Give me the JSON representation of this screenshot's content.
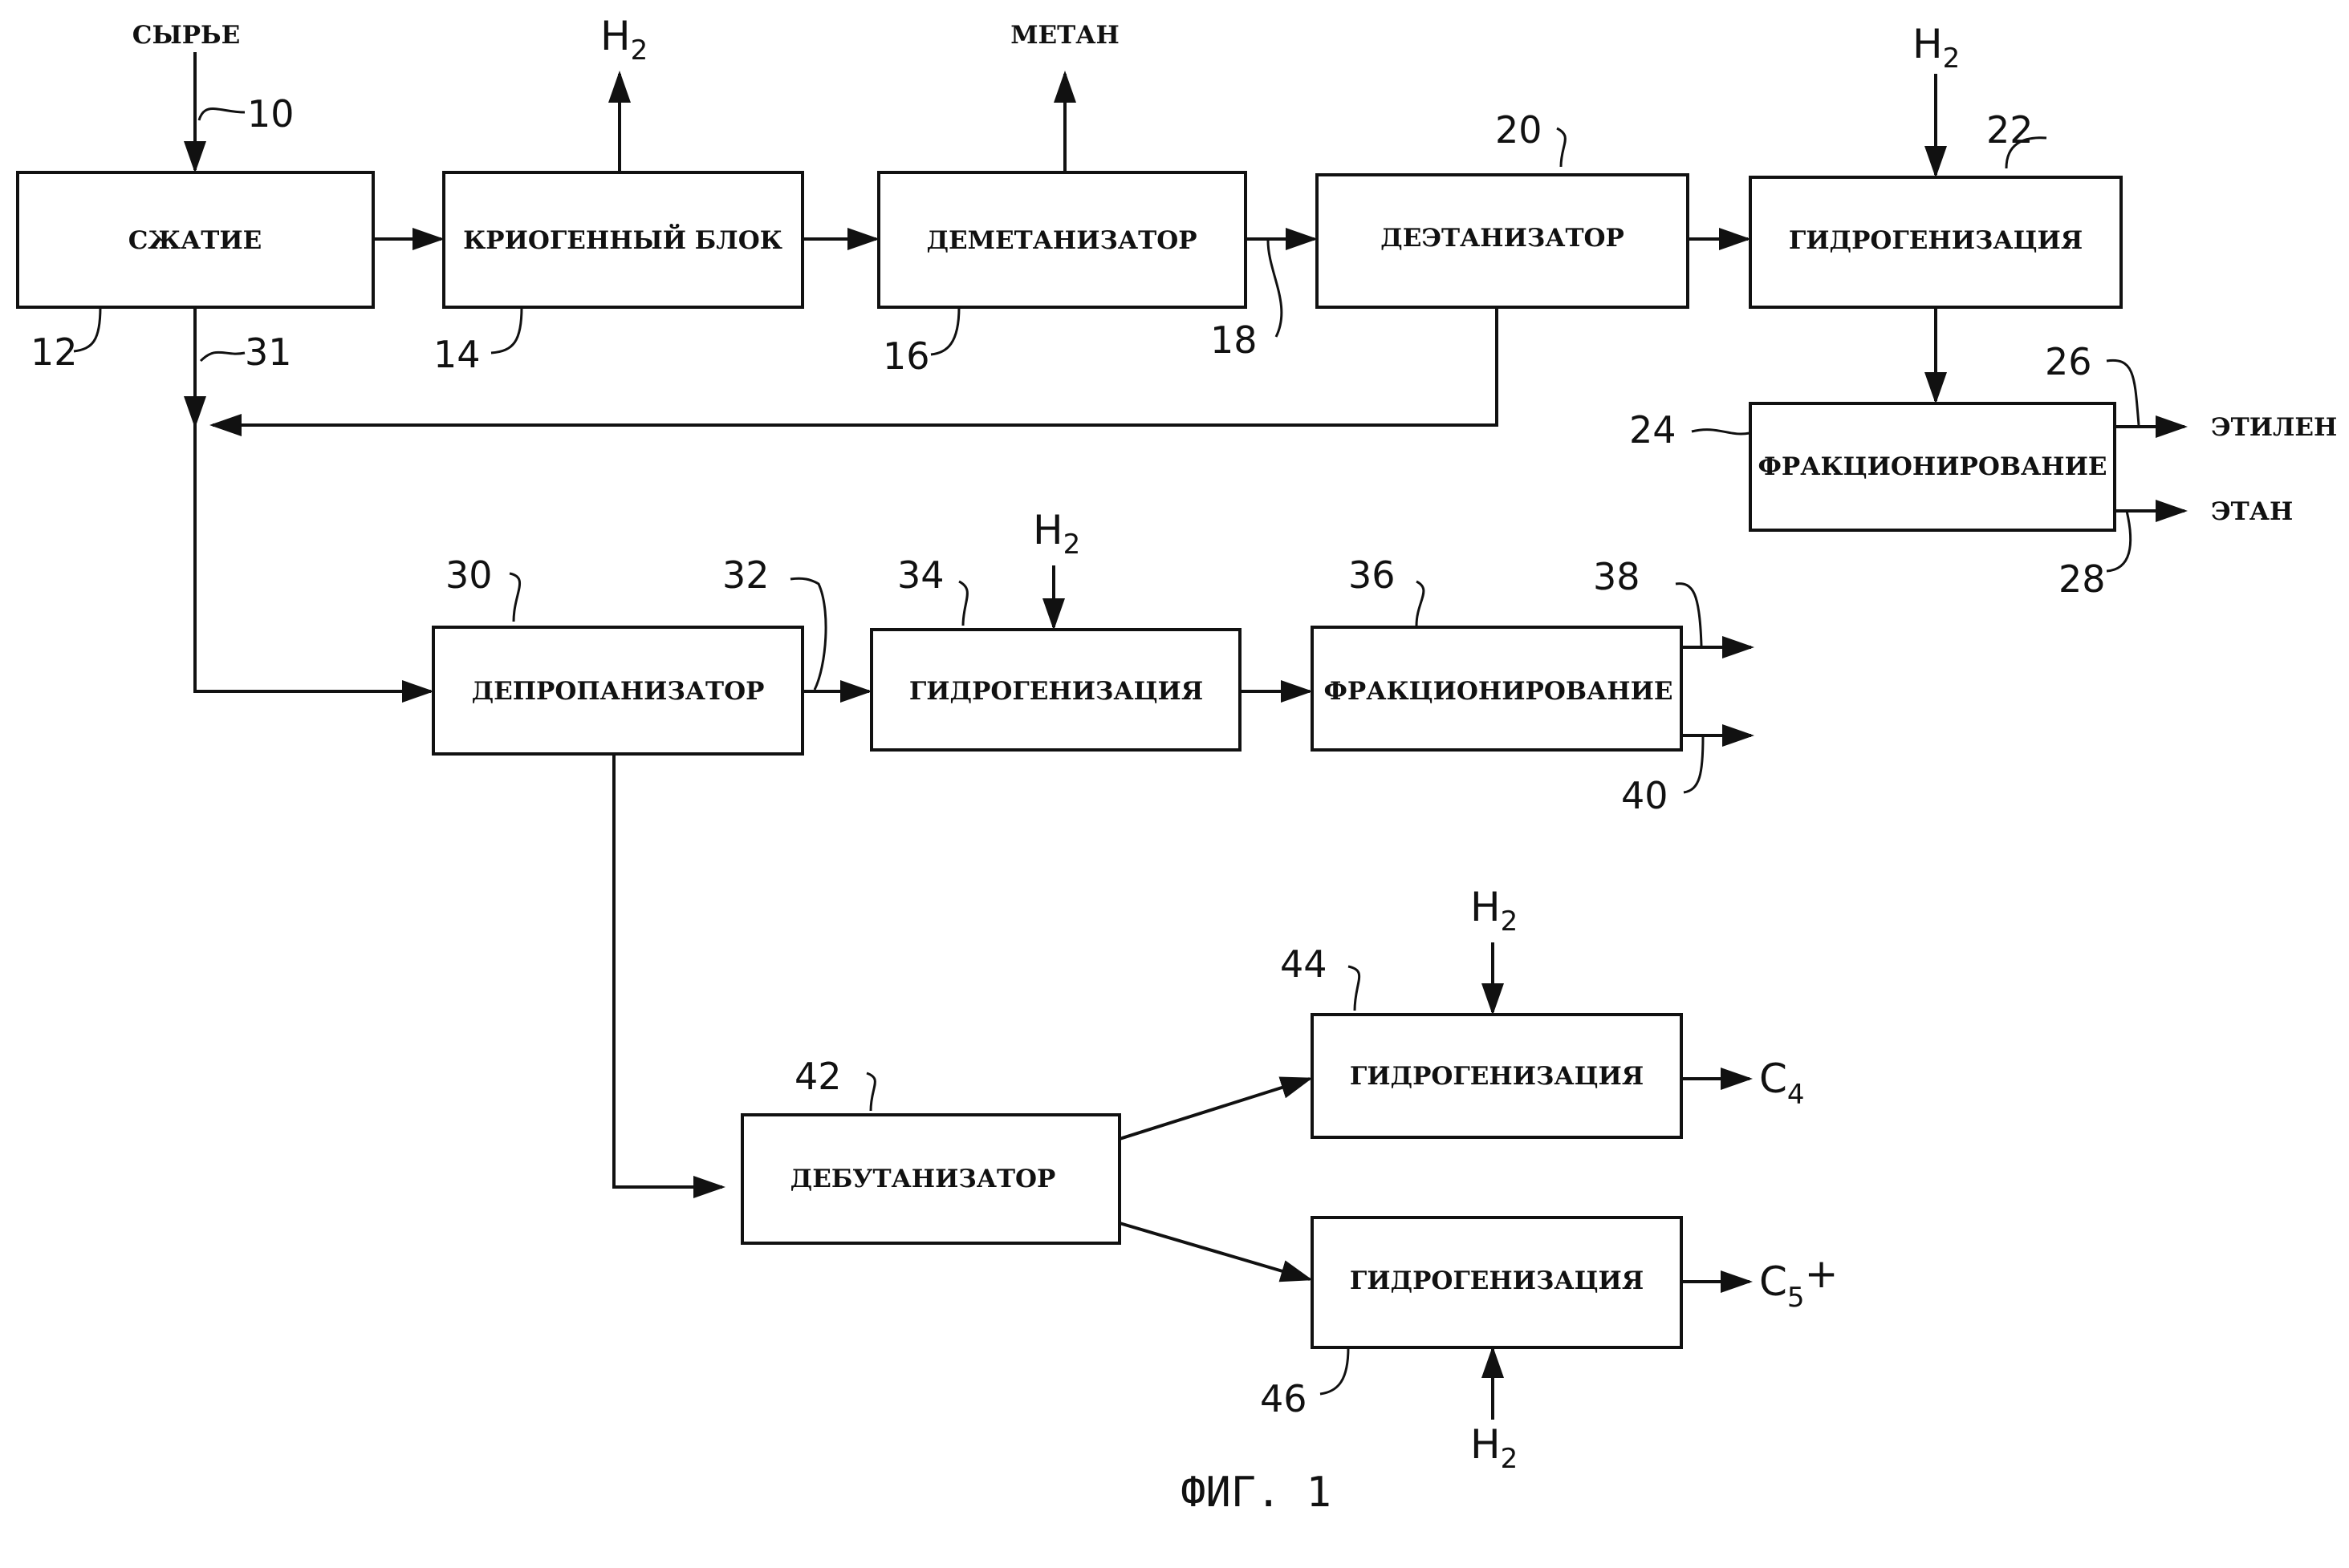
{
  "diagram": {
    "caption": "ФИГ. 1",
    "blocks": {
      "compression": "СЖАТИЕ",
      "cryogenic": "КРИОГЕННЫЙ БЛОК",
      "demethanizer": "ДЕМЕТАНИЗАТОР",
      "deethanizer": "ДЕЭТАНИЗАТОР",
      "hydro_22": "ГИДРОГЕНИЗАЦИЯ",
      "fract_24": "ФРАКЦИОНИРОВАНИЕ",
      "depropanizer": "ДЕПРОПАНИЗАТОР",
      "hydro_34": "ГИДРОГЕНИЗАЦИЯ",
      "fract_36": "ФРАКЦИОНИРОВАНИЕ",
      "debutanizer": "ДЕБУТАНИЗАТОР",
      "hydro_44": "ГИДРОГЕНИЗАЦИЯ",
      "hydro_46": "ГИДРОГЕНИЗАЦИЯ"
    },
    "streams": {
      "feed": "СЫРЬЕ",
      "methane": "МЕТАН",
      "ethylene": "ЭТИЛЕН",
      "ethane": "ЭТАН",
      "h2_main": "H",
      "h2_sub": "2",
      "c4_main": "C",
      "c4_sub": "4",
      "c5_main": "C",
      "c5_sub": "5",
      "c5_plus": "+"
    },
    "ref_numbers": {
      "n10": "10",
      "n12": "12",
      "n14": "14",
      "n16": "16",
      "n18": "18",
      "n20": "20",
      "n22": "22",
      "n24": "24",
      "n26": "26",
      "n28": "28",
      "n30": "30",
      "n31": "31",
      "n32": "32",
      "n34": "34",
      "n36": "36",
      "n38": "38",
      "n40": "40",
      "n42": "42",
      "n44": "44",
      "n46": "46"
    }
  }
}
